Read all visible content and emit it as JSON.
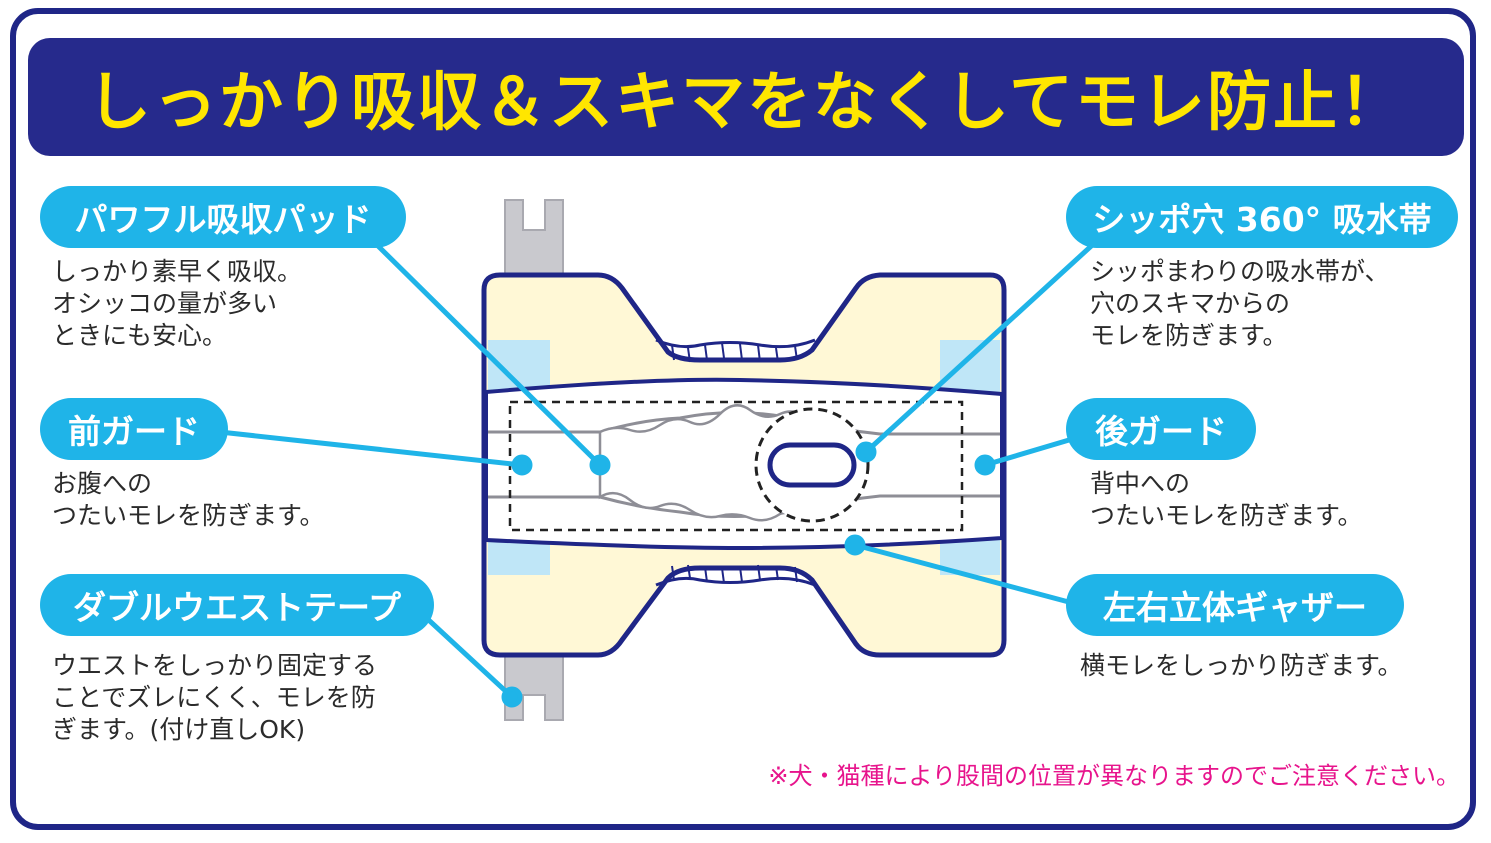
{
  "headline": "しっかり吸収＆スキマをなくしてモレ防止！",
  "features": {
    "pad": {
      "label": "パワフル吸収パッド",
      "desc": "しっかり素早く吸収。\nオシッコの量が多い\nときにも安心。"
    },
    "front": {
      "label": "前ガード",
      "desc": "お腹への\nつたいモレを防ぎます。"
    },
    "tape": {
      "label": "ダブルウエストテープ",
      "desc": "ウエストをしっかり固定する\nことでズレにくく、モレを防\nぎます。(付け直しOK)"
    },
    "tail": {
      "label": "シッポ穴 360° 吸水帯",
      "desc": "シッポまわりの吸水帯が、\n穴のスキマからの\nモレを防ぎます。"
    },
    "back": {
      "label": "後ガード",
      "desc": "背中への\nつたいモレを防ぎます。"
    },
    "gather": {
      "label": "左右立体ギャザー",
      "desc": "横モレをしっかり防ぎます。"
    }
  },
  "note": "※犬・猫種により股間の位置が異なりますのでご注意ください。",
  "colors": {
    "navy": "#1f2687",
    "headline_yellow": "#ffe600",
    "pill_blue": "#1fb4e8",
    "note_pink": "#e7148c",
    "diaper_cream": "#fff8d6",
    "guard_blue": "#bfe6f7"
  }
}
